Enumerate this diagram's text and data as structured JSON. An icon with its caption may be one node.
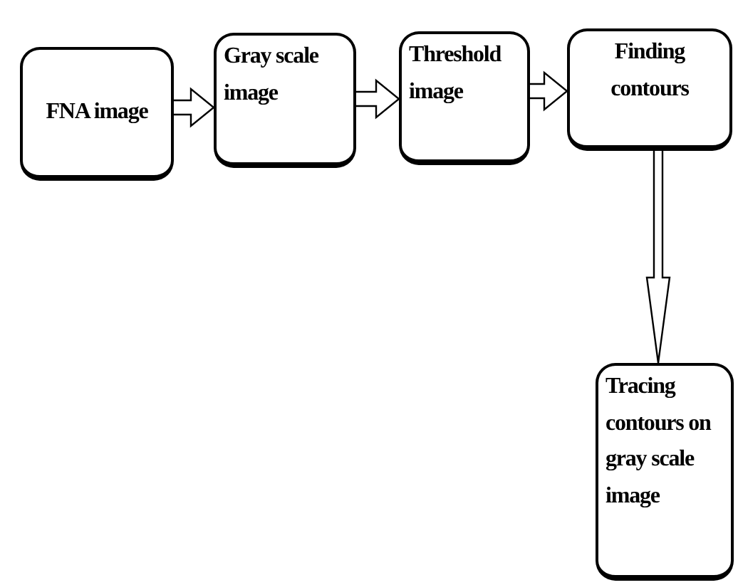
{
  "diagram": {
    "nodes": [
      {
        "text": [
          "FNA image"
        ]
      },
      {
        "text": [
          "Gray scale image"
        ]
      },
      {
        "text": [
          "Threshold image"
        ]
      },
      {
        "text": [
          "Finding contours"
        ]
      },
      {
        "text": [
          "Tracing contours on gray scale image"
        ]
      }
    ],
    "edges": [
      {
        "from": 0,
        "to": 1,
        "arrow": "to"
      },
      {
        "from": 1,
        "to": 2,
        "arrow": "to"
      },
      {
        "from": 2,
        "to": 3,
        "arrow": "to"
      },
      {
        "from": 3,
        "to": 4,
        "arrow": "to"
      }
    ]
  }
}
